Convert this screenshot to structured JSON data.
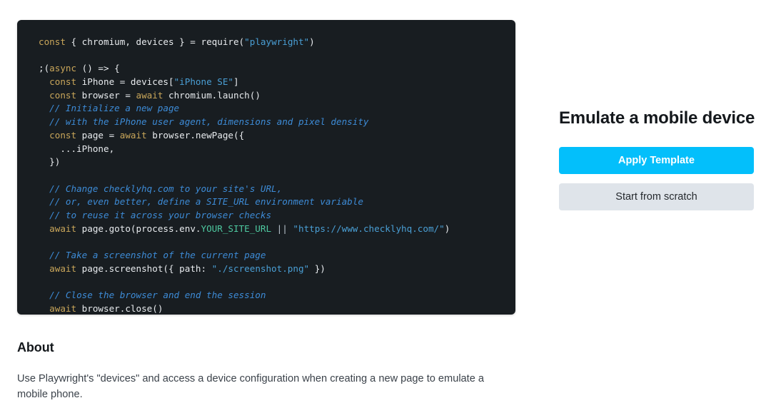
{
  "editor": {
    "language": "javascript",
    "background": "#181d21",
    "lines": [
      [
        {
          "t": "const",
          "c": "kw"
        },
        {
          "t": " { chromium, devices } = ",
          "c": "pln"
        },
        {
          "t": "require(",
          "c": "pln"
        },
        {
          "t": "\"playwright\"",
          "c": "str"
        },
        {
          "t": ")",
          "c": "pln"
        }
      ],
      [],
      [
        {
          "t": ";(",
          "c": "pln"
        },
        {
          "t": "async",
          "c": "kw"
        },
        {
          "t": " () => {",
          "c": "pln"
        }
      ],
      [
        {
          "t": "  ",
          "c": "pln"
        },
        {
          "t": "const",
          "c": "kw"
        },
        {
          "t": " iPhone = devices[",
          "c": "pln"
        },
        {
          "t": "\"iPhone SE\"",
          "c": "str"
        },
        {
          "t": "]",
          "c": "pln"
        }
      ],
      [
        {
          "t": "  ",
          "c": "pln"
        },
        {
          "t": "const",
          "c": "kw"
        },
        {
          "t": " browser = ",
          "c": "pln"
        },
        {
          "t": "await",
          "c": "kw"
        },
        {
          "t": " chromium.launch()",
          "c": "pln"
        }
      ],
      [
        {
          "t": "  // Initialize a new page",
          "c": "cmt"
        }
      ],
      [
        {
          "t": "  // with the iPhone user agent, dimensions and pixel density",
          "c": "cmt"
        }
      ],
      [
        {
          "t": "  ",
          "c": "pln"
        },
        {
          "t": "const",
          "c": "kw"
        },
        {
          "t": " page = ",
          "c": "pln"
        },
        {
          "t": "await",
          "c": "kw"
        },
        {
          "t": " browser.newPage({",
          "c": "pln"
        }
      ],
      [
        {
          "t": "    ...iPhone,",
          "c": "pln"
        }
      ],
      [
        {
          "t": "  })",
          "c": "pln"
        }
      ],
      [],
      [
        {
          "t": "  // Change checklyhq.com to your site's URL,",
          "c": "cmt"
        }
      ],
      [
        {
          "t": "  // or, even better, define a SITE_URL environment variable",
          "c": "cmt"
        }
      ],
      [
        {
          "t": "  // to reuse it across your browser checks",
          "c": "cmt"
        }
      ],
      [
        {
          "t": "  ",
          "c": "pln"
        },
        {
          "t": "await",
          "c": "kw"
        },
        {
          "t": " page.goto(process.env.",
          "c": "pln"
        },
        {
          "t": "YOUR_SITE_URL",
          "c": "var"
        },
        {
          "t": " || ",
          "c": "op"
        },
        {
          "t": "\"https://www.checklyhq.com/\"",
          "c": "str"
        },
        {
          "t": ")",
          "c": "pln"
        }
      ],
      [],
      [
        {
          "t": "  // Take a screenshot of the current page",
          "c": "cmt"
        }
      ],
      [
        {
          "t": "  ",
          "c": "pln"
        },
        {
          "t": "await",
          "c": "kw"
        },
        {
          "t": " page.screenshot({ path: ",
          "c": "pln"
        },
        {
          "t": "\"./screenshot.png\"",
          "c": "str"
        },
        {
          "t": " })",
          "c": "pln"
        }
      ],
      [],
      [
        {
          "t": "  // Close the browser and end the session",
          "c": "cmt"
        }
      ],
      [
        {
          "t": "  ",
          "c": "pln"
        },
        {
          "t": "await",
          "c": "kw"
        },
        {
          "t": " browser.close()",
          "c": "pln"
        }
      ]
    ]
  },
  "side": {
    "title": "Emulate a mobile device",
    "apply_label": "Apply Template",
    "scratch_label": "Start from scratch",
    "primary_color": "#03bffb",
    "secondary_color": "#dfe4ea"
  },
  "about": {
    "heading": "About",
    "body": "Use Playwright's \"devices\" and access a device configuration when creating a new page to emulate a mobile phone."
  }
}
